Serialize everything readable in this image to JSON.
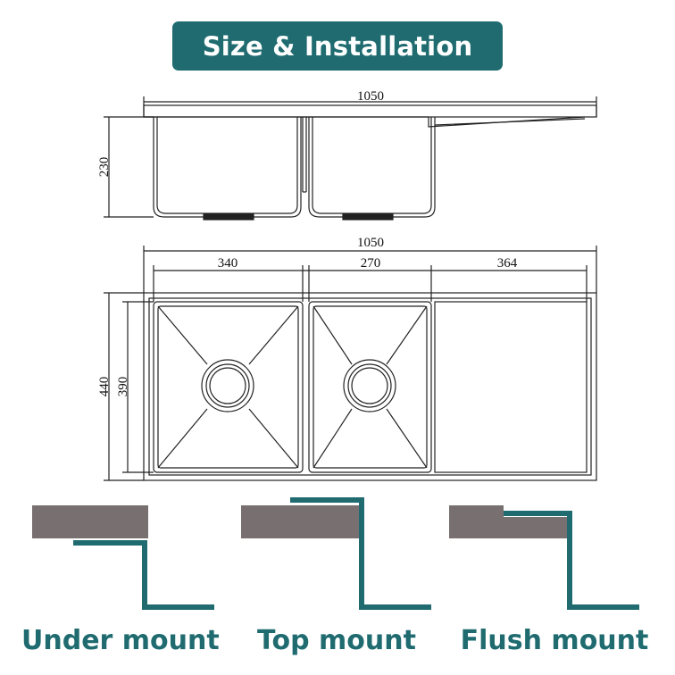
{
  "banner": {
    "title": "Size & Installation"
  },
  "dimensions": {
    "side_total_width": "1050",
    "side_depth": "230",
    "top_total_width": "1050",
    "bowl_left_width": "340",
    "bowl_right_width": "270",
    "drainer_width": "364",
    "overall_depth": "440",
    "bowl_depth": "390"
  },
  "mounts": [
    {
      "label": "Under mount"
    },
    {
      "label": "Top mount"
    },
    {
      "label": "Flush mount"
    }
  ],
  "colors": {
    "accent": "#1f6b70",
    "countertop": "#787070",
    "line": "#222222"
  }
}
